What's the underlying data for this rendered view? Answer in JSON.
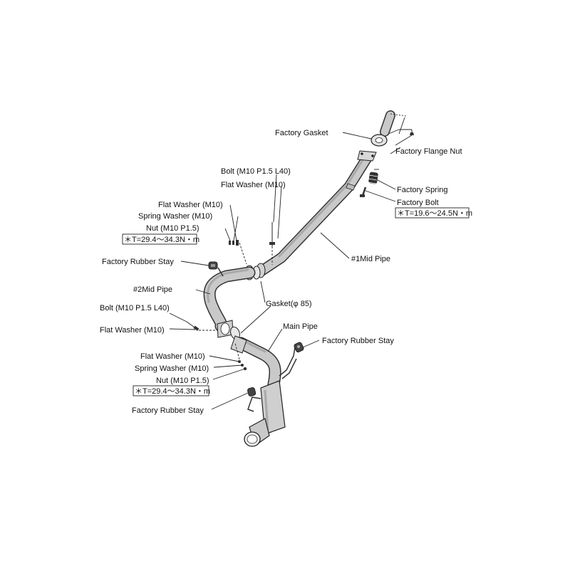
{
  "labels": {
    "factory_gasket": "Factory Gasket",
    "factory_flange_nut": "Factory Flange Nut",
    "bolt_top": "Bolt (M10 P1.5 L40)",
    "flat_washer_top": "Flat Washer (M10)",
    "factory_spring": "Factory Spring",
    "factory_bolt": "Factory Bolt",
    "torque_factory_bolt": "＊T=19.6〜24.5N・m",
    "flat_washer_left": "Flat Washer (M10)",
    "spring_washer_left": "Spring Washer (M10)",
    "nut_left": "Nut (M10 P1.5)",
    "torque_left": "＊T=29.4〜34.3N・m",
    "factory_rubber_stay_upper": "Factory Rubber Stay",
    "mid_pipe_1": "#1Mid Pipe",
    "mid_pipe_2": "#2Mid Pipe",
    "gasket_85": "Gasket(φ 85)",
    "bolt_lower": "Bolt (M10 P1.5 L40)",
    "flat_washer_lower": "Flat Washer (M10)",
    "main_pipe": "Main Pipe",
    "factory_rubber_stay_right": "Factory Rubber Stay",
    "flat_washer_bottom": "Flat Washer (M10)",
    "spring_washer_bottom": "Spring Washer (M10)",
    "nut_bottom": "Nut (M10 P1.5)",
    "torque_bottom": "＊T=29.4〜34.3N・m",
    "factory_rubber_stay_bottom": "Factory Rubber Stay"
  },
  "colors": {
    "pipe_fill": "#c9c9c9",
    "pipe_outline": "#333333",
    "text": "#111111"
  }
}
